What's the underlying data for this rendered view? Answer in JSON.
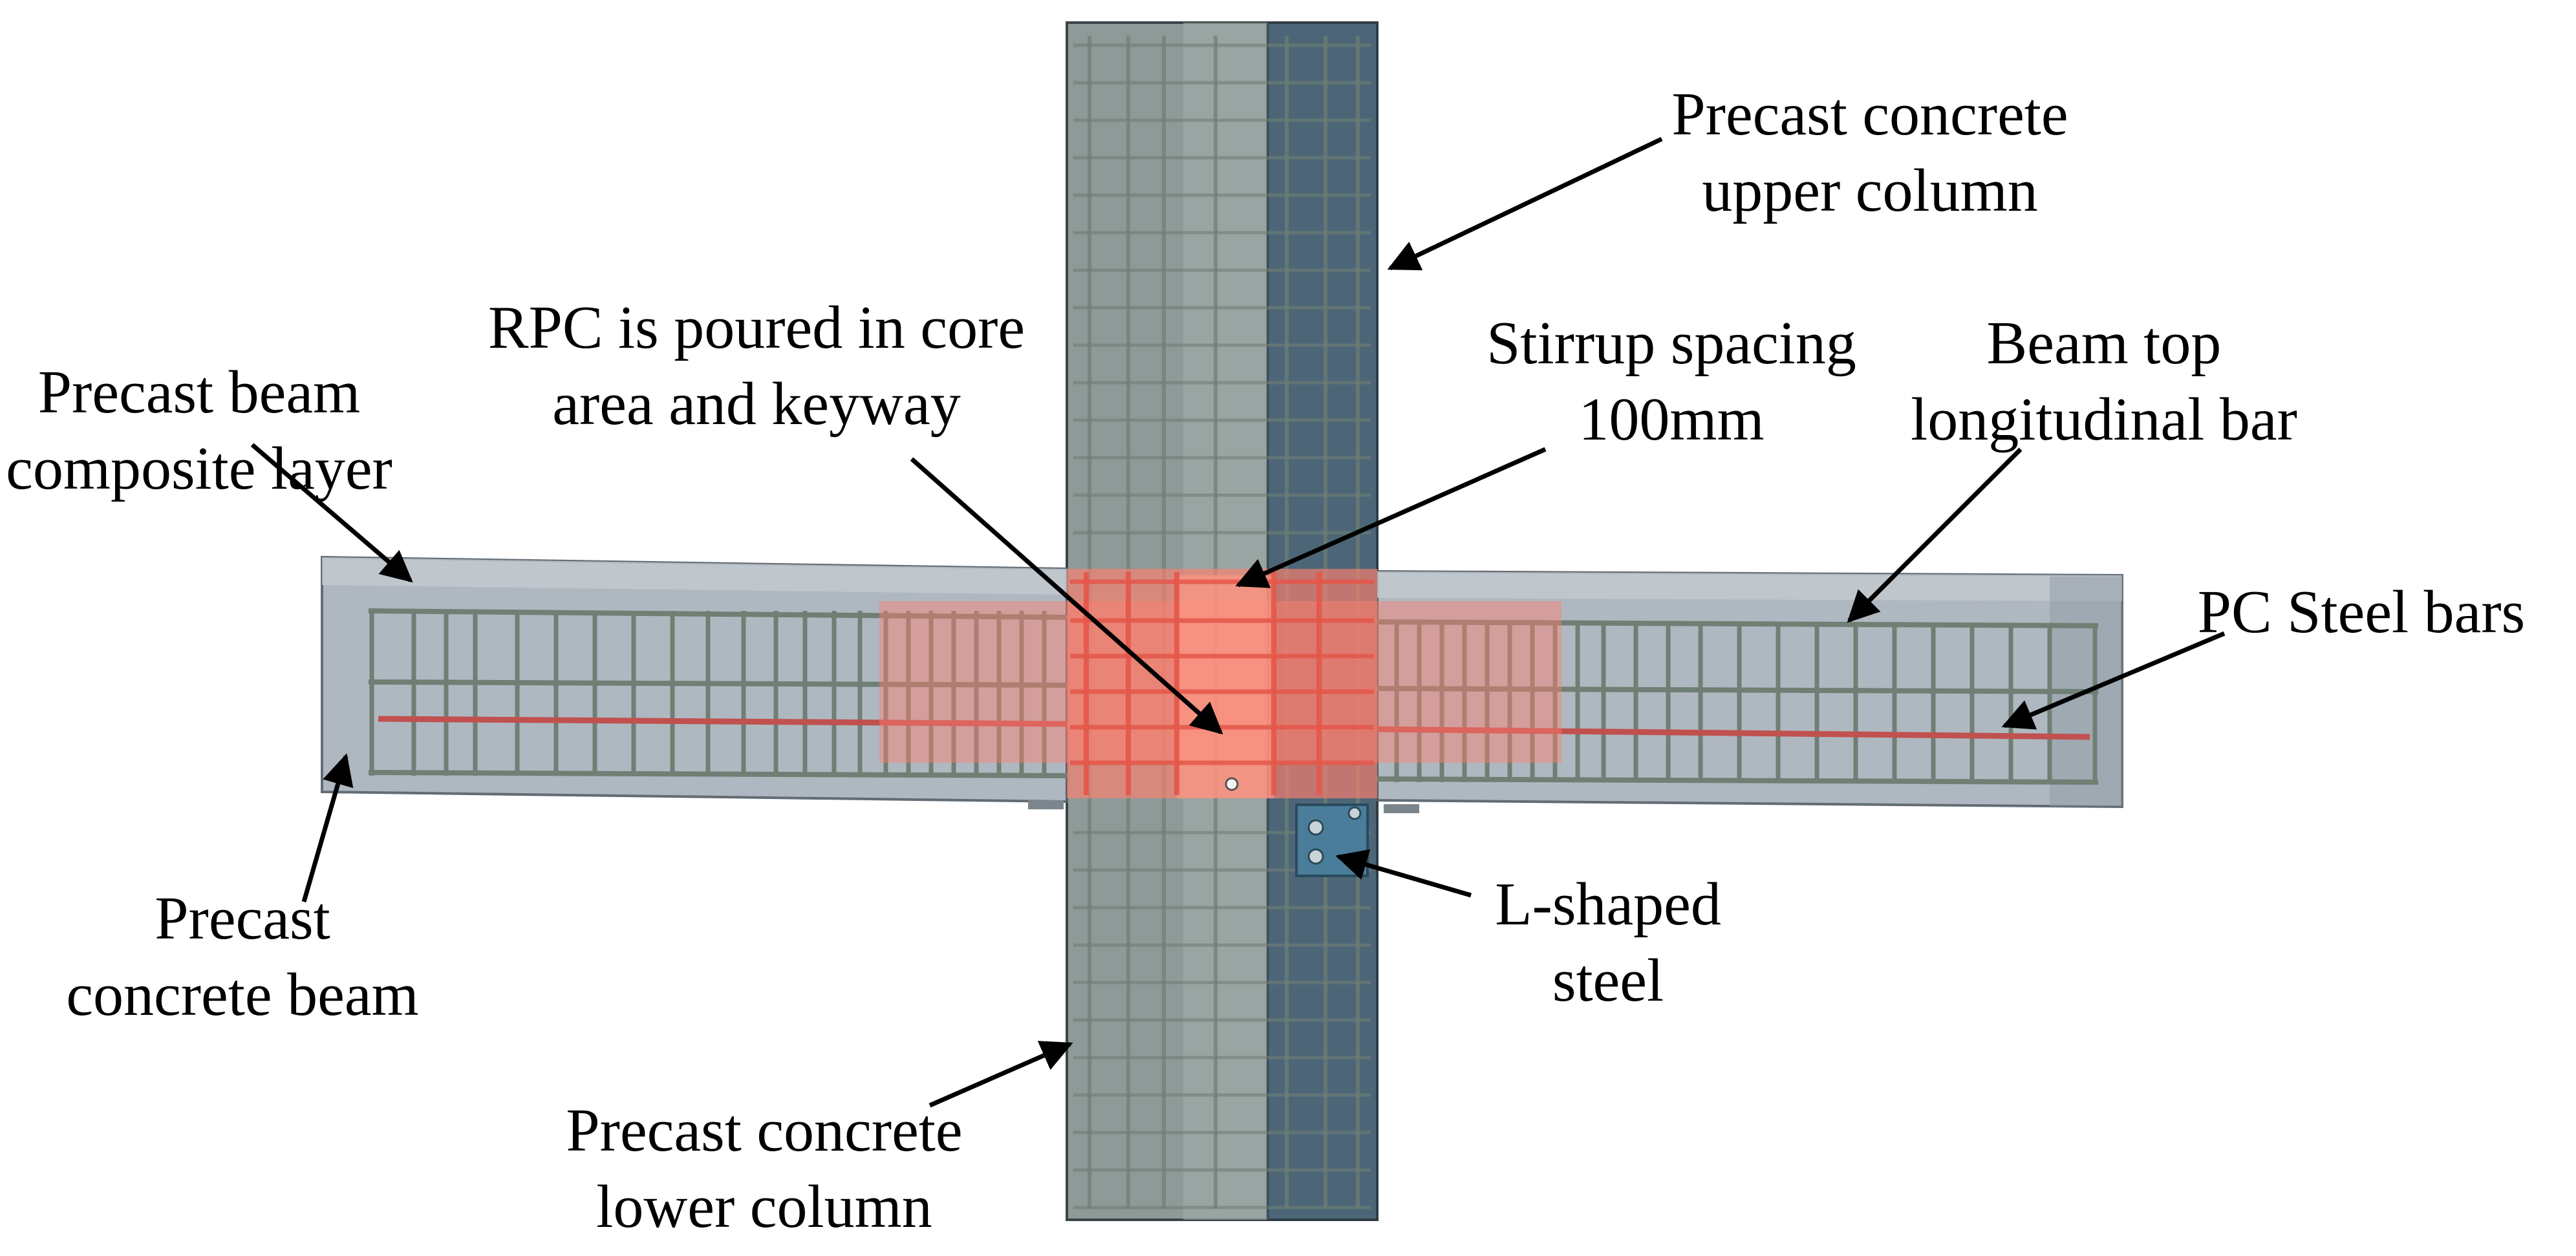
{
  "colors": {
    "column_light": "#8d9a98",
    "column_dark": "#4d6677",
    "beam": "#a9b2bb",
    "cage": "#6f7f74",
    "core": "#ff7f6e",
    "pc_bar": "#c0514f",
    "angle": "#4a7d99",
    "arrow": "#000000"
  },
  "labels": {
    "upper_column": [
      "Precast concrete",
      "upper column"
    ],
    "rpc_core": [
      "RPC is poured in core",
      "area and keyway"
    ],
    "stirrup": [
      "Stirrup spacing",
      "100mm"
    ],
    "beam_top_bar": [
      "Beam top",
      "longitudinal bar"
    ],
    "composite_layer": [
      "Precast beam",
      "composite layer"
    ],
    "pc_steel_bars": [
      "PC Steel bars"
    ],
    "precast_beam": [
      "Precast",
      "concrete beam"
    ],
    "l_shaped_steel": [
      "L-shaped",
      "steel"
    ],
    "lower_column": [
      "Precast concrete",
      "lower column"
    ]
  }
}
